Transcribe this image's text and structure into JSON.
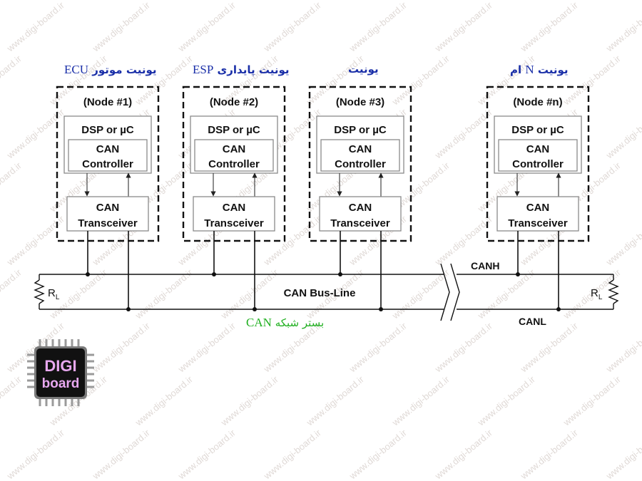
{
  "watermark": "www.digi-board.ir",
  "nodes": [
    {
      "title": "(Node #1)",
      "fa_label_text": "یونیت موتور",
      "fa_label_latin": "ECU"
    },
    {
      "title": "(Node #2)",
      "fa_label_text": "یونیت پایداری",
      "fa_label_latin": "ESP"
    },
    {
      "title": "(Node #3)",
      "fa_label_text": "یونیت",
      "fa_label_latin": ""
    },
    {
      "title": "(Node #n)",
      "fa_label_text": "یونیت",
      "fa_label_latin": "N",
      "fa_label_suffix": "ام"
    }
  ],
  "node_blocks": {
    "mcu": "DSP or µC",
    "controller_line1": "CAN",
    "controller_line2": "Controller",
    "transceiver_line1": "CAN",
    "transceiver_line2": "Transceiver"
  },
  "bus": {
    "title": "CAN Bus-Line",
    "canh": "CANH",
    "canl": "CANL",
    "resistor": "R",
    "resistor_sub": "L",
    "fa_label_text": "بستر شبکه",
    "fa_label_latin": "CAN"
  },
  "logo": {
    "line1": "DIGI",
    "line2": "board"
  },
  "colors": {
    "fa_label": "#1a2fa8",
    "bus_fa_label": "#22b022",
    "line": "#111111",
    "block_border": "#8a8a8a",
    "logo_text": "#e8a8f0"
  }
}
